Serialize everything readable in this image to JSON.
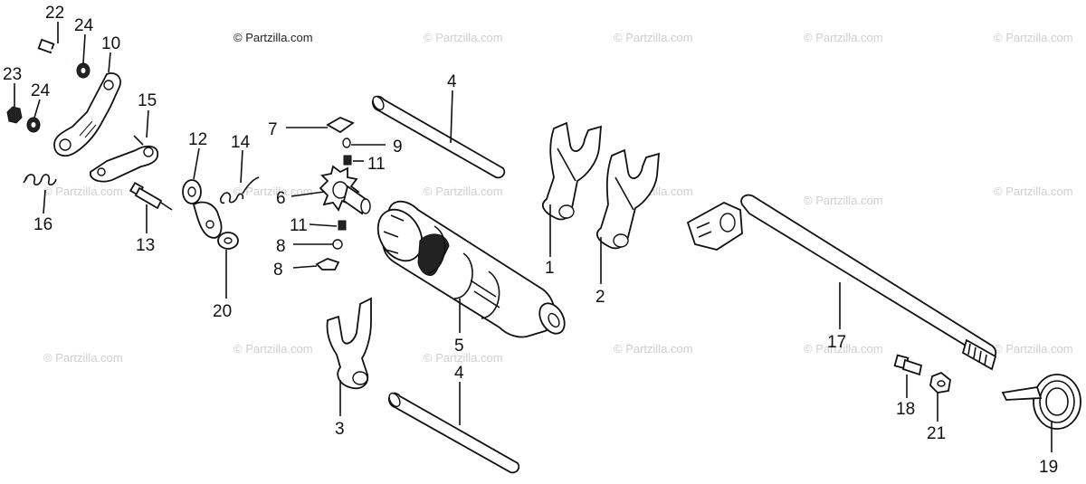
{
  "watermark": "© Partzilla.com",
  "part_labels": [
    "22",
    "24",
    "10",
    "23",
    "24",
    "15",
    "12",
    "14",
    "7",
    "9",
    "11",
    "6",
    "11",
    "8",
    "8",
    "16",
    "13",
    "20",
    "4",
    "1",
    "2",
    "5",
    "3",
    "4",
    "17",
    "18",
    "21",
    "19"
  ]
}
